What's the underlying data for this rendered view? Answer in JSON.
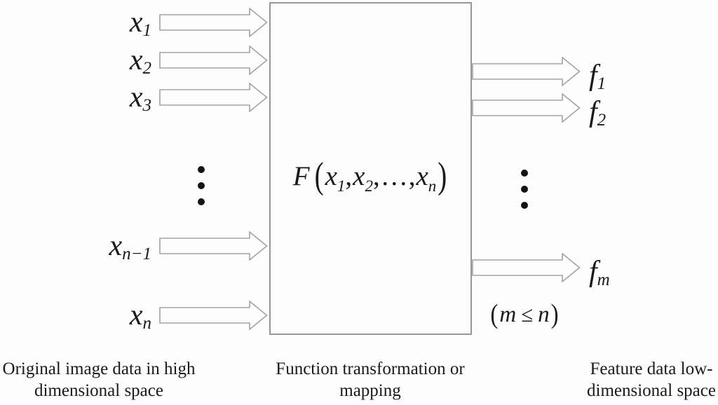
{
  "diagram": {
    "inputs": [
      {
        "base": "x",
        "sub": "1"
      },
      {
        "base": "x",
        "sub": "2"
      },
      {
        "base": "x",
        "sub": "3"
      },
      {
        "base": "x",
        "sub": "n−1"
      },
      {
        "base": "x",
        "sub": "n"
      }
    ],
    "outputs": [
      {
        "base": "f",
        "sub": "1"
      },
      {
        "base": "f",
        "sub": "2"
      },
      {
        "base": "f",
        "sub": "m"
      }
    ],
    "box": {
      "formula": {
        "name": "F",
        "open": "(",
        "terms": [
          {
            "base": "x",
            "sub": "1",
            "sep": ","
          },
          {
            "base": "x",
            "sub": "2",
            "sep": ",…,"
          },
          {
            "base": "x",
            "sub": "n",
            "sep": ""
          }
        ],
        "close": ")"
      }
    },
    "condition": {
      "open": "(",
      "lhs": "m",
      "rel": "≤",
      "rhs": "n",
      "close": ")"
    },
    "captions": {
      "left": {
        "line1": "Original image data in high",
        "line2": "dimensional space"
      },
      "center": {
        "line1": "Function transformation or",
        "line2": "mapping"
      },
      "right": {
        "line1": "Feature data low-",
        "line2": "dimensional space"
      }
    },
    "colors": {
      "background": "#fdfdfd",
      "box_border": "#979797",
      "arrow_outline": "#a3a3a3",
      "text": "#1a1a1a"
    }
  }
}
